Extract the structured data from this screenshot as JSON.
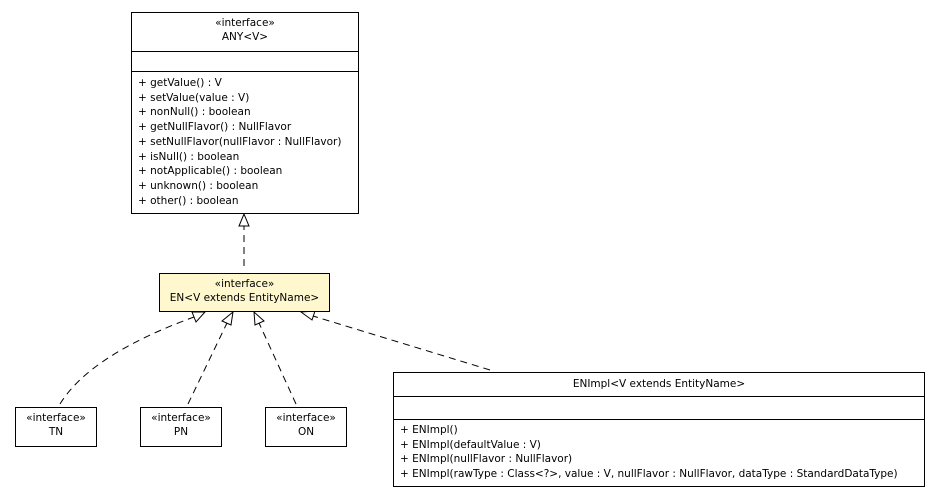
{
  "any": {
    "stereotype": "«interface»",
    "name": "ANY<V>",
    "methods": [
      "+ getValue() : V",
      "+ setValue(value : V)",
      "+ nonNull() : boolean",
      "+ getNullFlavor() : NullFlavor",
      "+ setNullFlavor(nullFlavor : NullFlavor)",
      "+ isNull() : boolean",
      "+ notApplicable() : boolean",
      "+ unknown() : boolean",
      "+ other() : boolean"
    ]
  },
  "en": {
    "stereotype": "«interface»",
    "name": "EN<V extends EntityName>"
  },
  "tn": {
    "stereotype": "«interface»",
    "name": "TN"
  },
  "pn": {
    "stereotype": "«interface»",
    "name": "PN"
  },
  "on": {
    "stereotype": "«interface»",
    "name": "ON"
  },
  "enimpl": {
    "name": "ENImpl<V extends EntityName>",
    "methods": [
      "+ ENImpl()",
      "+ ENImpl(defaultValue : V)",
      "+ ENImpl(nullFlavor : NullFlavor)",
      "+ ENImpl(rawType : Class<?>, value : V, nullFlavor : NullFlavor, dataType : StandardDataType)"
    ]
  },
  "colors": {
    "highlight_fill": "#fff8cf",
    "line": "#000000",
    "background": "#ffffff"
  }
}
